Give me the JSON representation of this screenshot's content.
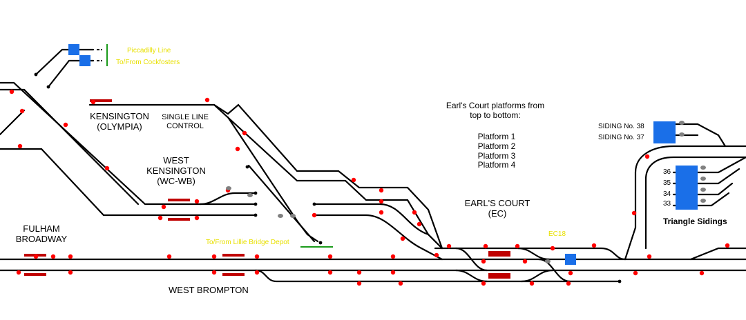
{
  "labels": {
    "kensington": [
      "KENSINGTON",
      "(OLYMPIA)"
    ],
    "single_line": [
      "SINGLE LINE",
      "CONTROL"
    ],
    "west_kensington": [
      "WEST",
      "KENSINGTON",
      "(WC-WB)"
    ],
    "fulham": [
      "FULHAM",
      "BROADWAY"
    ],
    "west_brompton": "WEST BROMPTON",
    "earls_court": [
      "EARL'S COURT",
      "(EC)"
    ],
    "platform_note": [
      "Earl's Court platforms from",
      "top to bottom:"
    ],
    "platforms": [
      "Platform 1",
      "Platform 2",
      "Platform 3",
      "Platform 4"
    ],
    "siding_38": "SIDING No. 38",
    "siding_37": "SIDING No. 37",
    "triangle_sidings": "Triangle Sidings",
    "triangle_numbers": [
      "36",
      "35",
      "34",
      "33"
    ],
    "piccadilly": [
      "Piccadilly Line",
      "To/From Cockfosters"
    ],
    "lillie_bridge": "To/From Lillie Bridge Depot",
    "ec18": "EC18"
  },
  "colors": {
    "track": "#000000",
    "platform": "#c00000",
    "signal": "#ff0000",
    "train_block": "#1a6fe8",
    "annotation": "#e8e000",
    "boundary": "#1a9a1a",
    "stop_signal": "#808080"
  }
}
